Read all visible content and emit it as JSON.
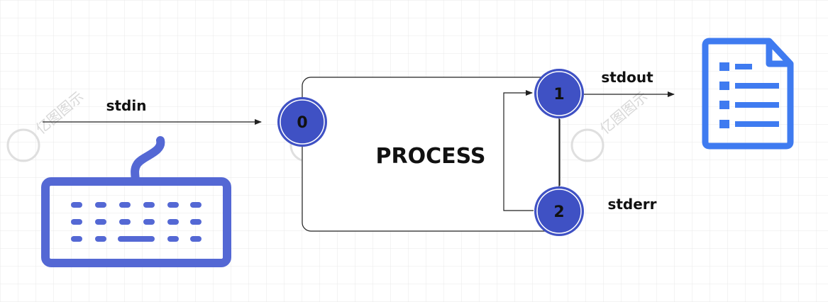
{
  "diagram": {
    "process_label": "PROCESS",
    "streams": {
      "stdin": "stdin",
      "stdout": "stdout",
      "stderr": "stderr"
    },
    "file_descriptors": [
      {
        "id": "fd0",
        "label": "0"
      },
      {
        "id": "fd1",
        "label": "1"
      },
      {
        "id": "fd2",
        "label": "2"
      }
    ],
    "watermark": "亿图图示",
    "icons": {
      "input": "keyboard-icon",
      "output": "document-icon"
    },
    "colors": {
      "node_fill": "#3f51c4",
      "node_ring": "#ffffff",
      "keyboard": "#5468d4",
      "document": "#3f7bf0",
      "line": "#222222",
      "grid": "#e6e6e6"
    }
  }
}
